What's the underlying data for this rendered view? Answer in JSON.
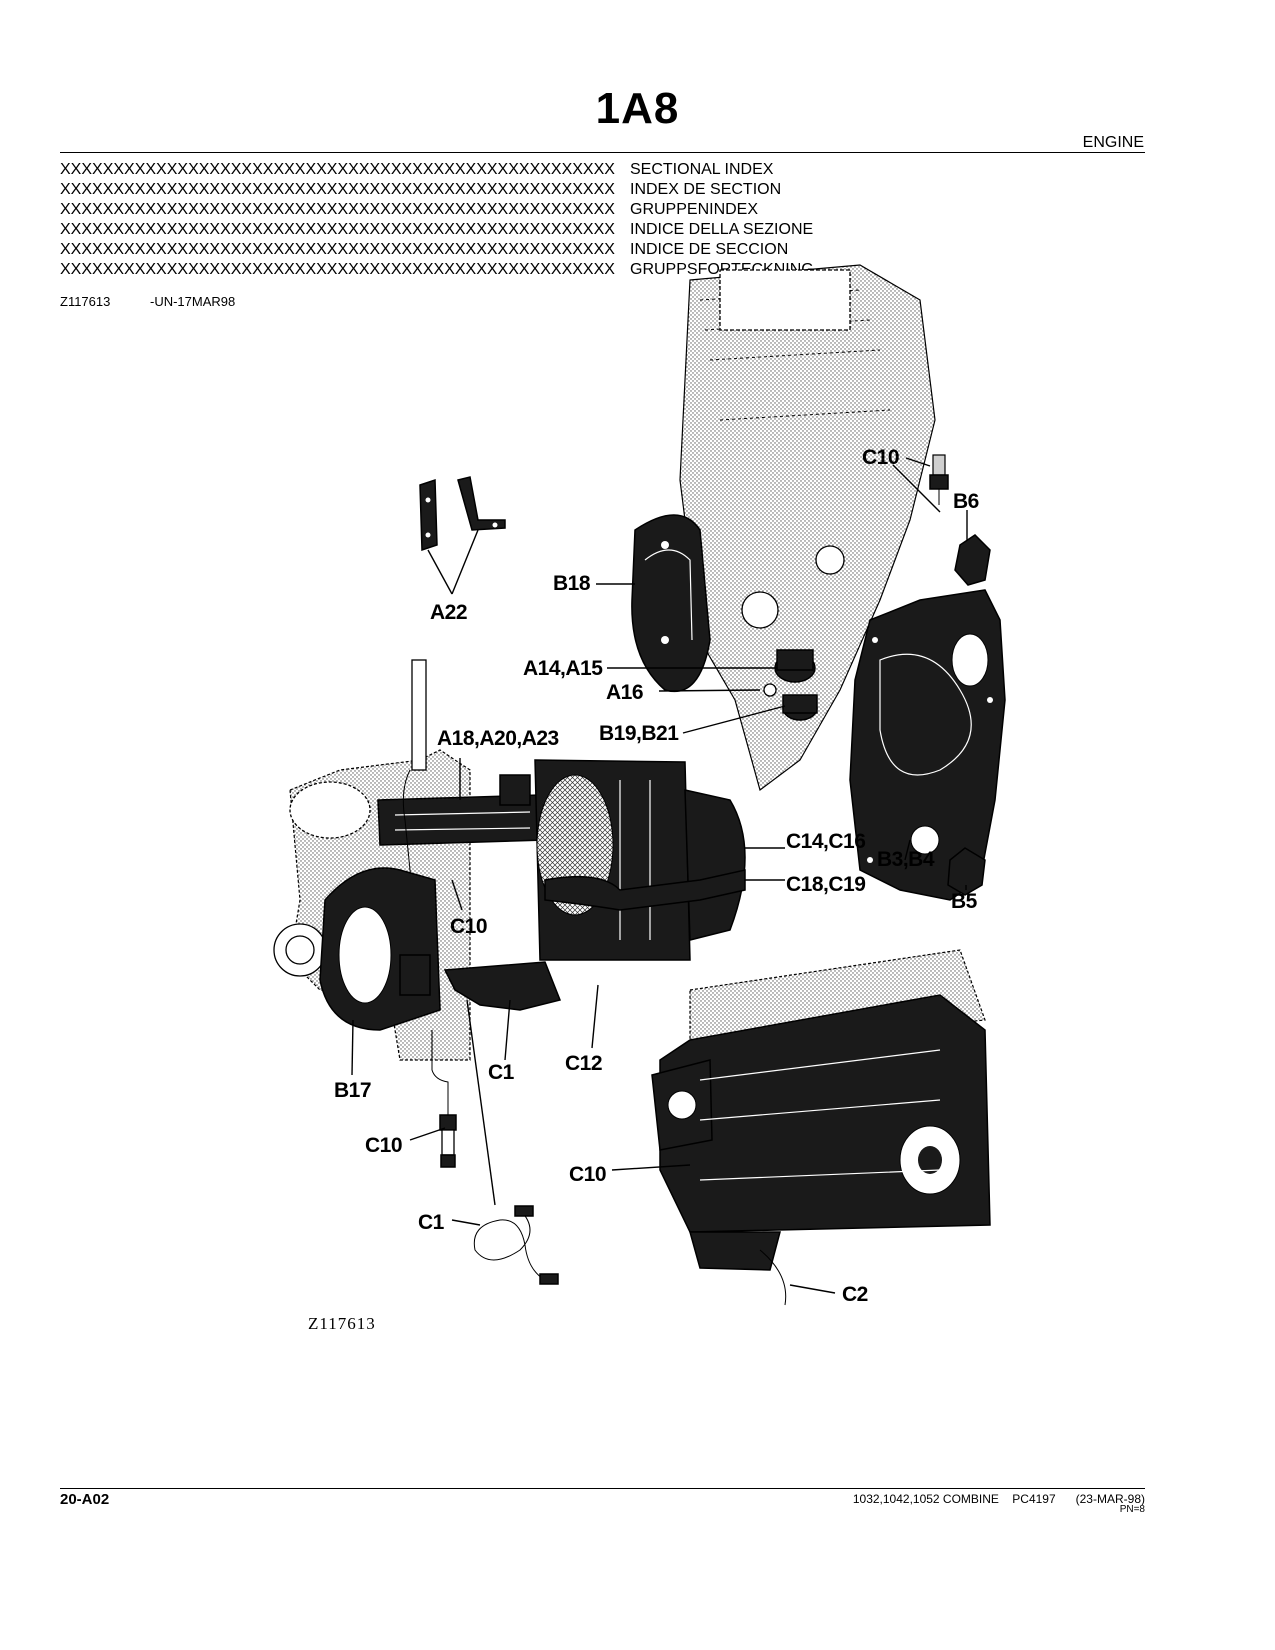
{
  "header": {
    "title": "1A8",
    "section": "ENGINE"
  },
  "index": {
    "rows": [
      {
        "x": "XXXXXXXXXXXXXXXXXXXXXXXXXXXXXXXXXXXXXXXXXXXXXXXXXXXX",
        "label": "SECTIONAL INDEX"
      },
      {
        "x": "XXXXXXXXXXXXXXXXXXXXXXXXXXXXXXXXXXXXXXXXXXXXXXXXXXXX",
        "label": "INDEX DE SECTION"
      },
      {
        "x": "XXXXXXXXXXXXXXXXXXXXXXXXXXXXXXXXXXXXXXXXXXXXXXXXXXXX",
        "label": "GRUPPENINDEX"
      },
      {
        "x": "XXXXXXXXXXXXXXXXXXXXXXXXXXXXXXXXXXXXXXXXXXXXXXXXXXXX",
        "label": "INDICE DELLA SEZIONE"
      },
      {
        "x": "XXXXXXXXXXXXXXXXXXXXXXXXXXXXXXXXXXXXXXXXXXXXXXXXXXXX",
        "label": "INDICE DE SECCION"
      },
      {
        "x": "XXXXXXXXXXXXXXXXXXXXXXXXXXXXXXXXXXXXXXXXXXXXXXXXXXXX",
        "label": "GRUPPSFORTECKNING"
      }
    ],
    "figure_id": "Z117613",
    "figure_date": "-UN-17MAR98"
  },
  "diagram": {
    "figure_label": "Z117613",
    "callouts": {
      "c10_top": "C10",
      "b6": "B6",
      "b18": "B18",
      "a22": "A22",
      "a14_a15": "A14,A15",
      "a16": "A16",
      "b19_b21": "B19,B21",
      "a18_a20_a23": "A18,A20,A23",
      "c14_c16": "C14,C16",
      "c18_c19": "C18,C19",
      "b3_b4": "B3,B4",
      "b5": "B5",
      "c10_mid": "C10",
      "b17": "B17",
      "c1_mid": "C1",
      "c12": "C12",
      "c10_pipe": "C10",
      "c10_block": "C10",
      "c1_hose": "C1",
      "c2": "C2"
    }
  },
  "footer": {
    "page_code": "20-A02",
    "info": "1032,1042,1052 COMBINE    PC4197      (23-MAR-98)",
    "pn": "PN=8"
  }
}
